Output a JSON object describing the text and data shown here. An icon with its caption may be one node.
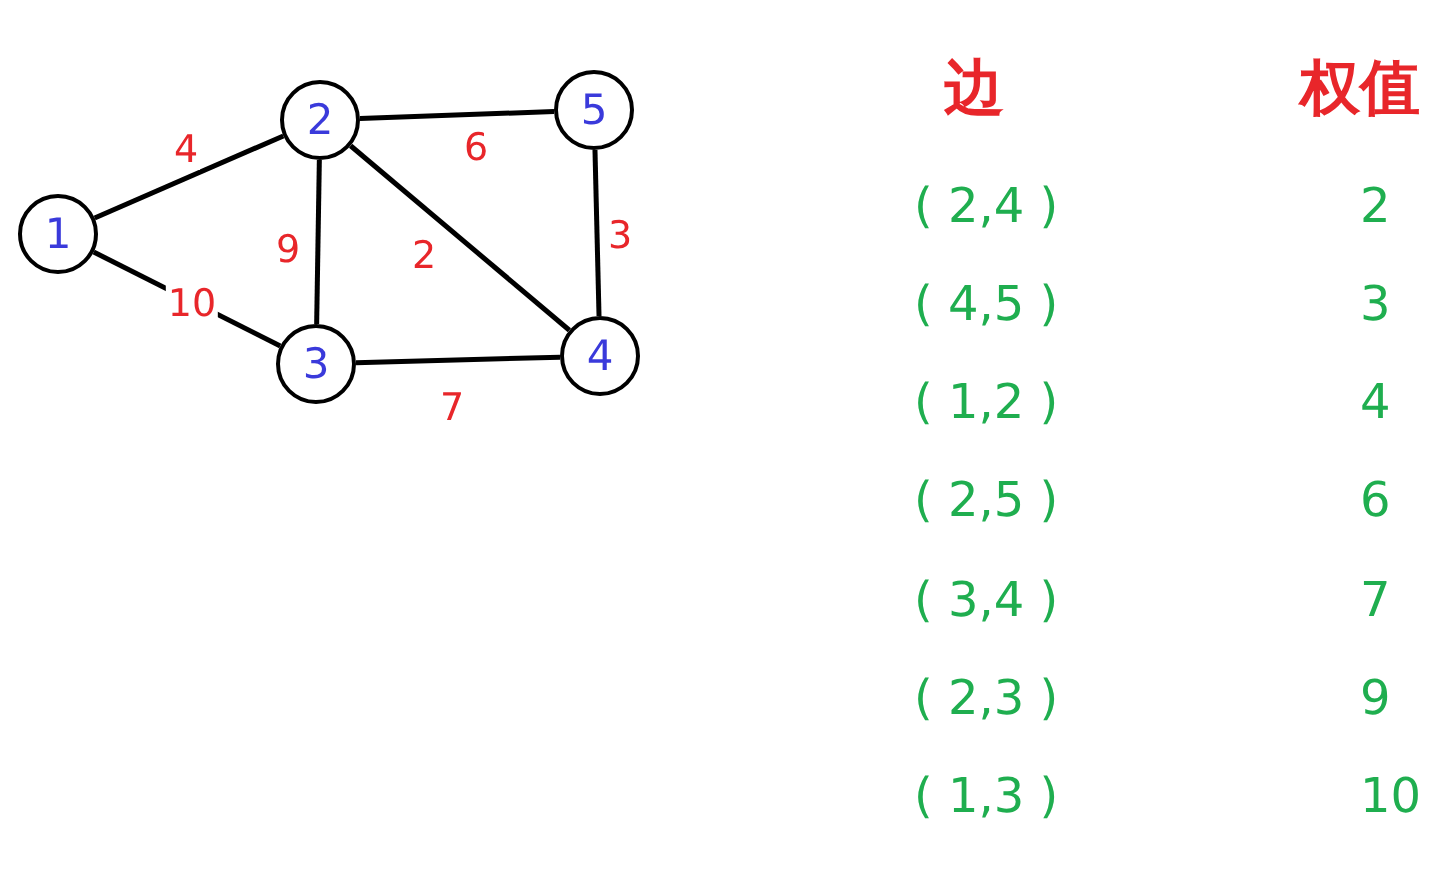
{
  "diagram": {
    "nodes": [
      {
        "text": [
          "1"
        ]
      },
      {
        "text": [
          "2"
        ]
      },
      {
        "text": [
          "3"
        ]
      },
      {
        "text": [
          "4"
        ]
      },
      {
        "text": [
          "5"
        ]
      }
    ],
    "edges": [
      {
        "from": 0,
        "to": 1,
        "arrow": "none",
        "label": "4"
      },
      {
        "from": 0,
        "to": 2,
        "arrow": "none",
        "label": "10"
      },
      {
        "from": 1,
        "to": 4,
        "arrow": "none",
        "label": "6"
      },
      {
        "from": 1,
        "to": 2,
        "arrow": "none",
        "label": "9"
      },
      {
        "from": 1,
        "to": 3,
        "arrow": "none",
        "label": "2"
      },
      {
        "from": 4,
        "to": 3,
        "arrow": "none",
        "label": "3"
      },
      {
        "from": 2,
        "to": 3,
        "arrow": "none",
        "label": "7"
      }
    ],
    "labels": [
      "边",
      "权值",
      "( 2,4 )",
      "2",
      "( 4,5 )",
      "3",
      "( 1,2 )",
      "4",
      "( 2,5 )",
      "6",
      "( 3,4 )",
      "7",
      "( 2,3 )",
      "9",
      "( 1,3 )",
      "10"
    ]
  }
}
